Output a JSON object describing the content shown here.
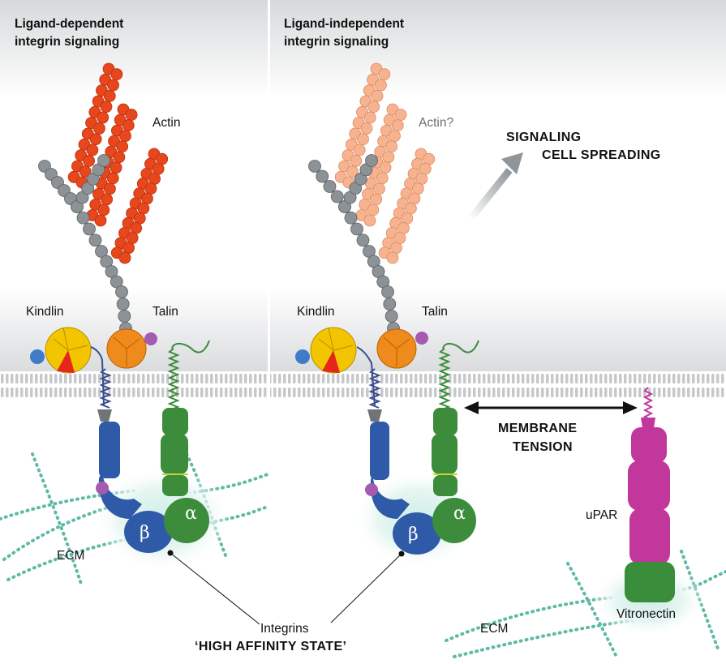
{
  "panels": [
    {
      "id": "ligand-dependent",
      "title_line1": "Ligand-dependent",
      "title_line2": "integrin signaling",
      "labels": {
        "actin": "Actin",
        "kindlin": "Kindlin",
        "talin": "Talin",
        "beta": "β",
        "alpha": "α",
        "ecm": "ECM"
      }
    },
    {
      "id": "ligand-independent",
      "title_line1": "Ligand-independent",
      "title_line2": "integrin signaling",
      "labels": {
        "actin": "Actin?",
        "kindlin": "Kindlin",
        "talin": "Talin",
        "beta": "β",
        "alpha": "α",
        "signaling": "SIGNALING",
        "cell_spreading": "CELL SPREADING",
        "membrane": "MEMBRANE",
        "tension": "TENSION",
        "upar": "uPAR",
        "vitronectin": "Vitronectin",
        "ecm": "ECM"
      }
    }
  ],
  "shared": {
    "integrins": "Integrins",
    "high_affinity_state": "‘HIGH AFFINITY STATE’"
  },
  "colors": {
    "actin_dependent": "#e8461c",
    "actin_independent": "#f7b38f",
    "beta_subunit": "#2f5aa8",
    "alpha_subunit": "#3c8c3c",
    "upar": "#c2379b",
    "vitronectin": "#3a8d3a",
    "kindlin": "#f3c400",
    "talin_head": "#ef8a1c",
    "ecm": "#5fb9a6",
    "membrane": "#c9c9c9"
  }
}
